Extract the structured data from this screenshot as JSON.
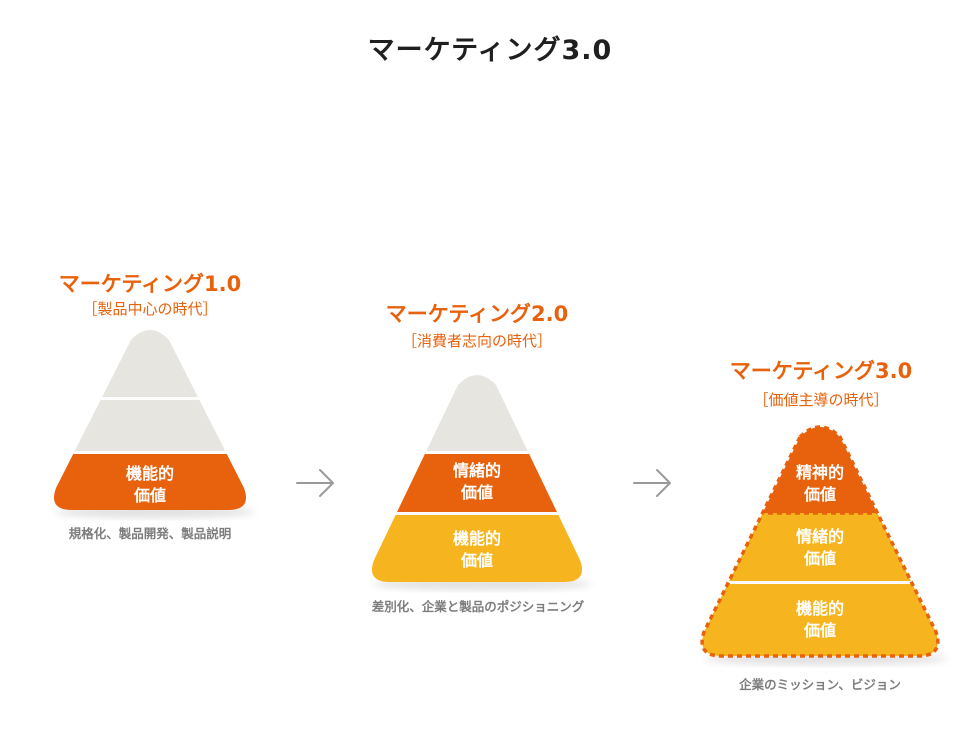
{
  "title": "マーケティング3.0",
  "colors": {
    "orange": "#e8610c",
    "yellow": "#f6b51f",
    "gray": "#e6e5e0",
    "caption": "#7d7d7d",
    "arrow": "#9a9a9a"
  },
  "stages": [
    {
      "title": "マーケティング1.0",
      "subtitle": "［製品中心の時代］",
      "caption": "規格化、製品開発、製品説明",
      "layers": [
        {
          "line1": "",
          "line2": ""
        },
        {
          "line1": "",
          "line2": ""
        },
        {
          "line1": "機能的",
          "line2": "価値"
        }
      ]
    },
    {
      "title": "マーケティング2.0",
      "subtitle": "［消費者志向の時代］",
      "caption": "差別化、企業と製品のポジショニング",
      "layers": [
        {
          "line1": "",
          "line2": ""
        },
        {
          "line1": "情緒的",
          "line2": "価値"
        },
        {
          "line1": "機能的",
          "line2": "価値"
        }
      ]
    },
    {
      "title": "マーケティング3.0",
      "subtitle": "［価値主導の時代］",
      "caption": "企業のミッション、ビジョン",
      "layers": [
        {
          "line1": "精神的",
          "line2": "価値"
        },
        {
          "line1": "情緒的",
          "line2": "価値"
        },
        {
          "line1": "機能的",
          "line2": "価値"
        }
      ]
    }
  ],
  "arrows": [
    "arrow-right-icon",
    "arrow-right-icon"
  ]
}
